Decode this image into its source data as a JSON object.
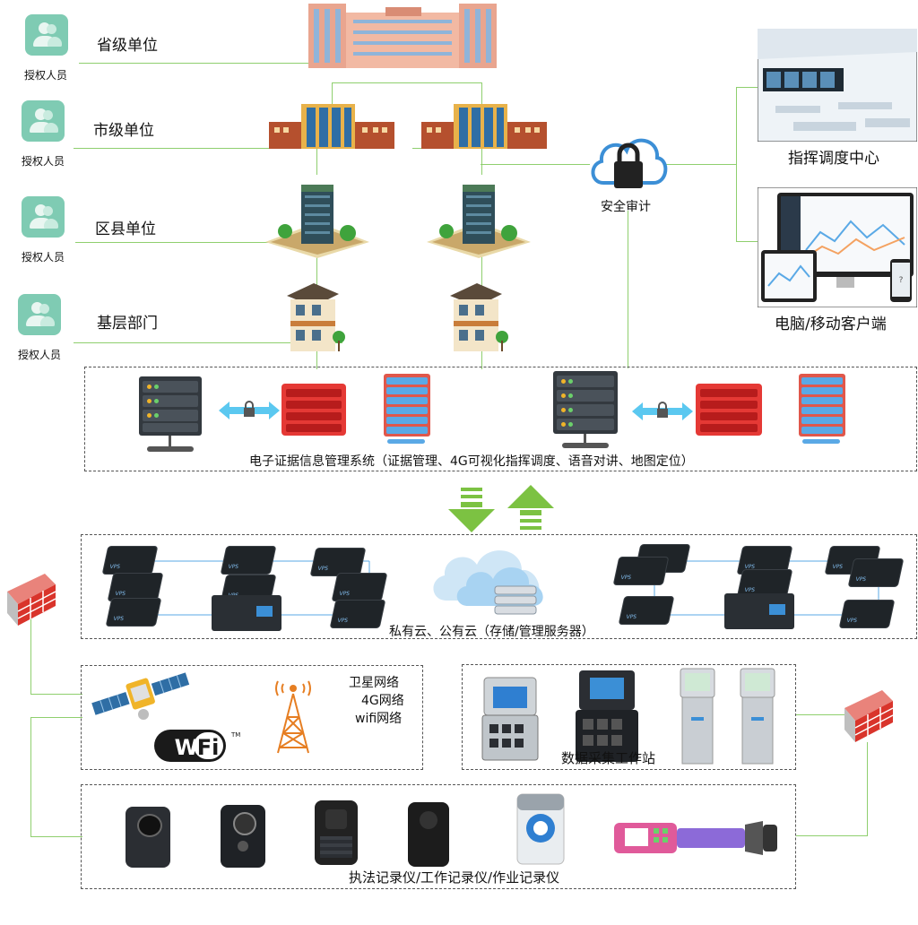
{
  "levels": [
    {
      "name": "省级单位",
      "person_label": "授权人员"
    },
    {
      "name": "市级单位",
      "person_label": "授权人员"
    },
    {
      "name": "区县单位",
      "person_label": "授权人员"
    },
    {
      "name": "基层部门",
      "person_label": "授权人员"
    }
  ],
  "security_audit": "安全审计",
  "command_center": "指挥调度中心",
  "clients": "电脑/移动客户端",
  "ems_caption": "电子证据信息管理系统（证据管理、4G可视化指挥调度、语音对讲、地图定位）",
  "cloud_caption": "私有云、公有云（存储/管理服务器）",
  "networks": [
    "卫星网络",
    "4G网络",
    "wifi网络"
  ],
  "wifi_logo": "WiFi",
  "wifi_tm": "TM",
  "vps_label": "VPS",
  "workstation_caption": "数据采集工作站",
  "recorders_caption": "执法记录仪/工作记录仪/作业记录仪",
  "colors": {
    "connector": "#8fcf6e",
    "arrow": "#7cc242",
    "person": "#7fcbb3",
    "firewall": "#d9342b"
  }
}
